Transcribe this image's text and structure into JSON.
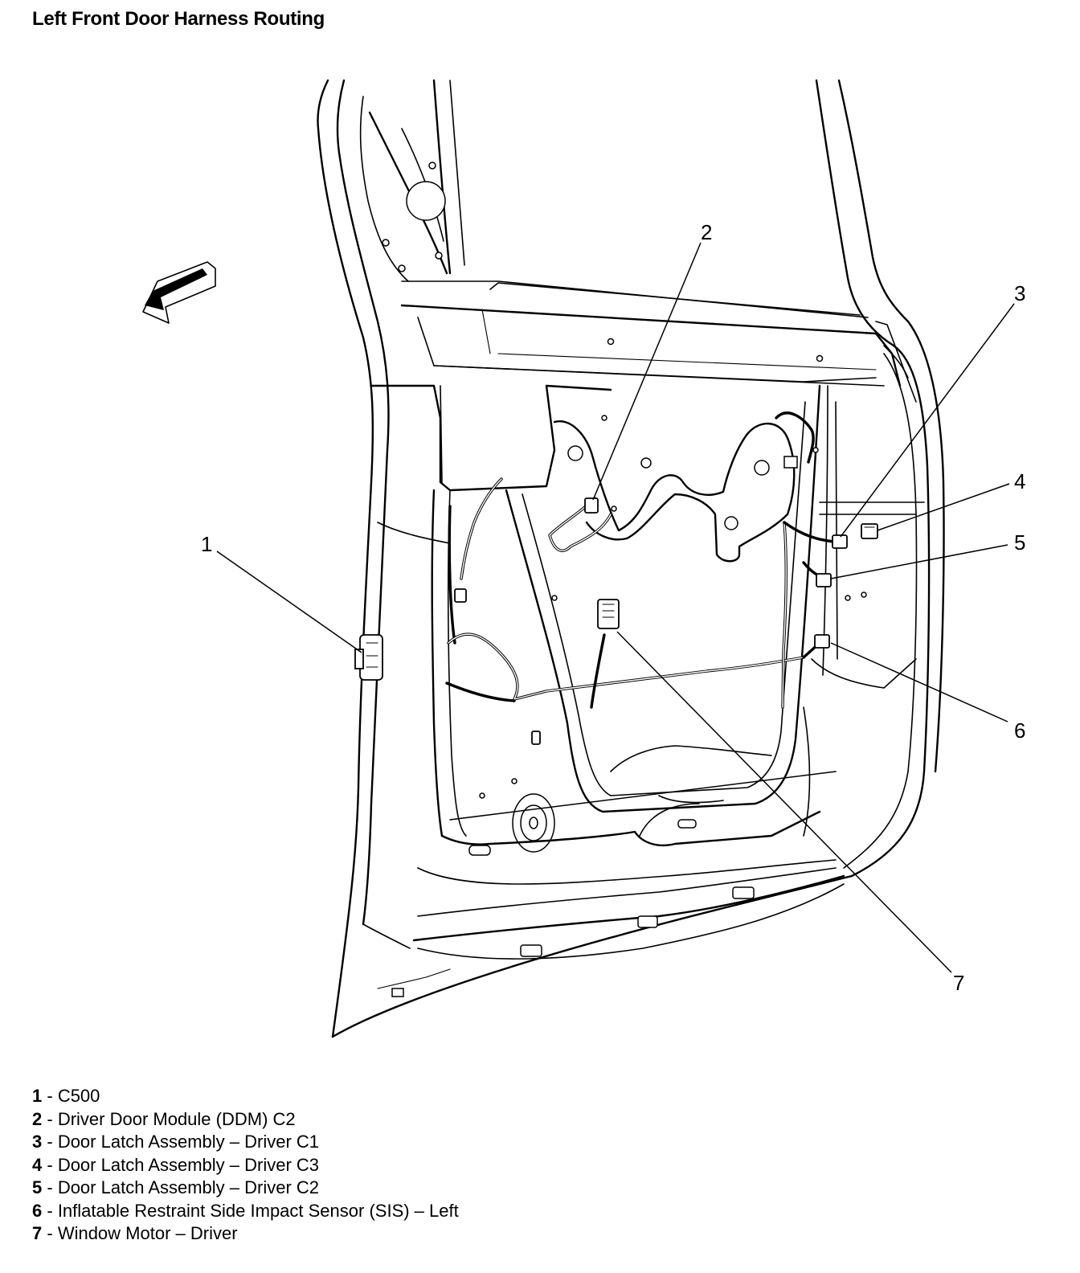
{
  "title": "Left Front Door Harness Routing",
  "callouts": [
    {
      "number": "1",
      "description": "C500"
    },
    {
      "number": "2",
      "description": "Driver Door Module (DDM) C2"
    },
    {
      "number": "3",
      "description": "Door Latch Assembly – Driver C1"
    },
    {
      "number": "4",
      "description": "Door Latch Assembly – Driver C3"
    },
    {
      "number": "5",
      "description": "Door Latch Assembly – Driver C2"
    },
    {
      "number": "6",
      "description": "Inflatable Restraint Side Impact Sensor (SIS) – Left"
    },
    {
      "number": "7",
      "description": "Window Motor – Driver"
    }
  ],
  "legend_separator": " - ",
  "icons": {
    "direction_arrow": "front-direction-arrow-icon"
  }
}
